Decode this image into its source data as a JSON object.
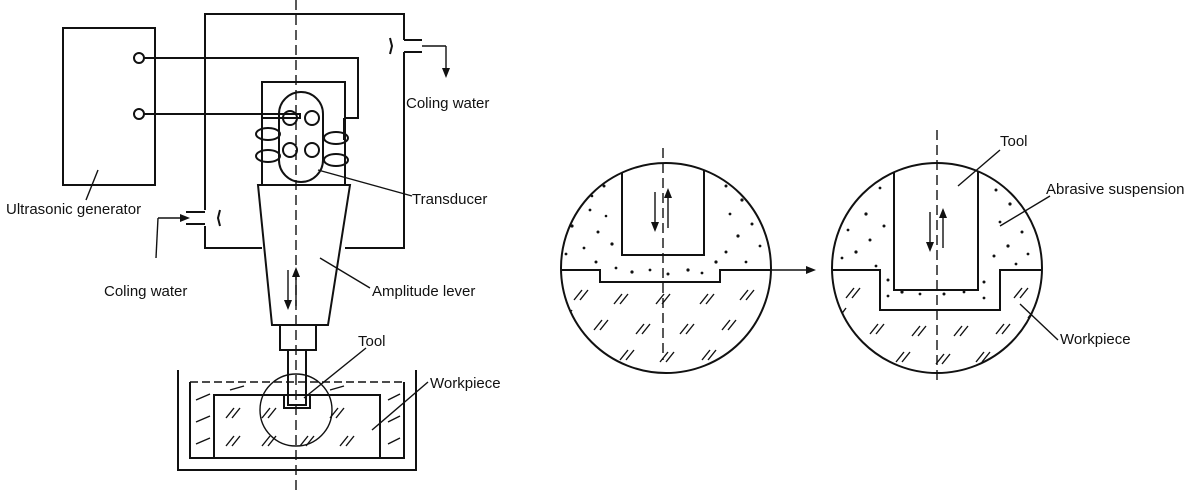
{
  "labels": {
    "ultrasonic_generator": "Ultrasonic generator",
    "coling_water_top": "Coling water",
    "coling_water_bottom": "Coling water",
    "transducer": "Transducer",
    "amplitude_lever": "Amplitude lever",
    "tool_left": "Tool",
    "workpiece_left": "Workpiece",
    "tool_right": "Tool",
    "abrasive_suspension": "Abrasive suspension",
    "workpiece_right": "Workpiece"
  }
}
